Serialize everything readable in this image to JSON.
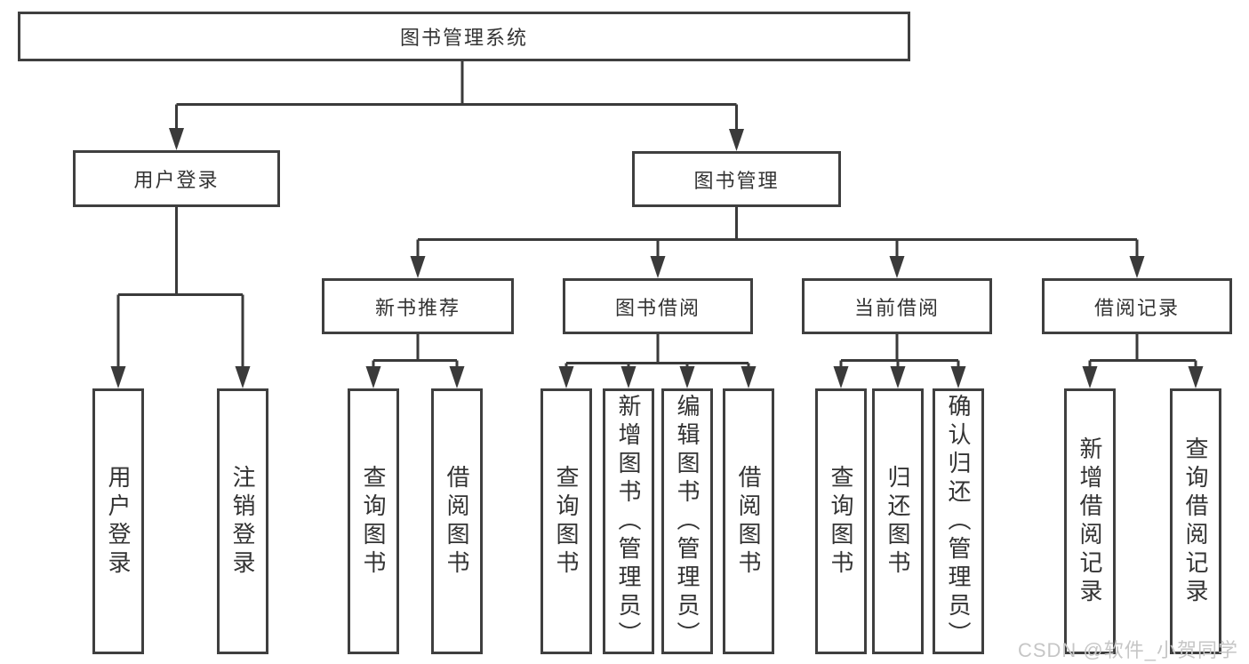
{
  "colors": {
    "background": "#ffffff",
    "line": "#3a3a3a",
    "box_border": "#3f3f3f",
    "text": "#333333",
    "watermark": "#c6c6c6"
  },
  "tree": {
    "root": "图书管理系统",
    "level2": [
      {
        "label": "用户登录",
        "leaves": [
          "用户登录",
          "注销登录"
        ]
      },
      {
        "label": "图书管理",
        "groups": [
          {
            "label": "新书推荐",
            "leaves": [
              "查询图书",
              "借阅图书"
            ]
          },
          {
            "label": "图书借阅",
            "leaves": [
              "查询图书",
              "新增图书（管理员）",
              "编辑图书（管理员）",
              "借阅图书"
            ]
          },
          {
            "label": "当前借阅",
            "leaves": [
              "查询图书",
              "归还图书",
              "确认归还（管理员）"
            ]
          },
          {
            "label": "借阅记录",
            "leaves": [
              "新增借阅记录",
              "查询借阅记录"
            ]
          }
        ]
      }
    ]
  },
  "watermark": "CSDN @软件_小贺同学"
}
